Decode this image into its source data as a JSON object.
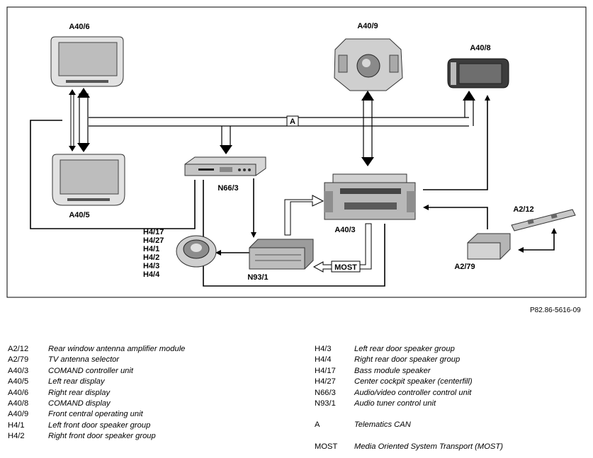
{
  "diagram": {
    "components": {
      "a40_6": "A40/6",
      "a40_5": "A40/5",
      "a40_9": "A40/9",
      "a40_8": "A40/8",
      "n66_3": "N66/3",
      "a40_3": "A40/3",
      "n93_1": "N93/1",
      "a2_12": "A2/12",
      "a2_79": "A2/79"
    },
    "speakers": [
      "H4/17",
      "H4/27",
      "H4/1",
      "H4/2",
      "H4/3",
      "H4/4"
    ],
    "bus_a": "A",
    "bus_most": "MOST",
    "reference": "P82.86-5616-09"
  },
  "legend_left": [
    {
      "code": "A2/12",
      "desc": "Rear window antenna amplifier module"
    },
    {
      "code": "A2/79",
      "desc": "TV antenna selector"
    },
    {
      "code": "A40/3",
      "desc": "COMAND controller unit"
    },
    {
      "code": "A40/5",
      "desc": "Left rear display"
    },
    {
      "code": "A40/6",
      "desc": "Right rear display"
    },
    {
      "code": "A40/8",
      "desc": "COMAND display"
    },
    {
      "code": "A40/9",
      "desc": "Front central operating unit"
    },
    {
      "code": "H4/1",
      "desc": "Left front door speaker group"
    },
    {
      "code": "H4/2",
      "desc": "Right front door speaker group"
    }
  ],
  "legend_right": [
    {
      "code": "H4/3",
      "desc": "Left rear door speaker group"
    },
    {
      "code": "H4/4",
      "desc": "Right rear door speaker group"
    },
    {
      "code": "H4/17",
      "desc": "Bass module speaker"
    },
    {
      "code": "H4/27",
      "desc": "Center cockpit speaker (centerfill)"
    },
    {
      "code": "N66/3",
      "desc": "Audio/video controller control unit"
    },
    {
      "code": "N93/1",
      "desc": "Audio tuner control unit"
    },
    {
      "code": "A",
      "desc": "Telematics CAN"
    },
    {
      "code": "MOST",
      "desc": "Media Oriented System Transport (MOST)"
    }
  ]
}
